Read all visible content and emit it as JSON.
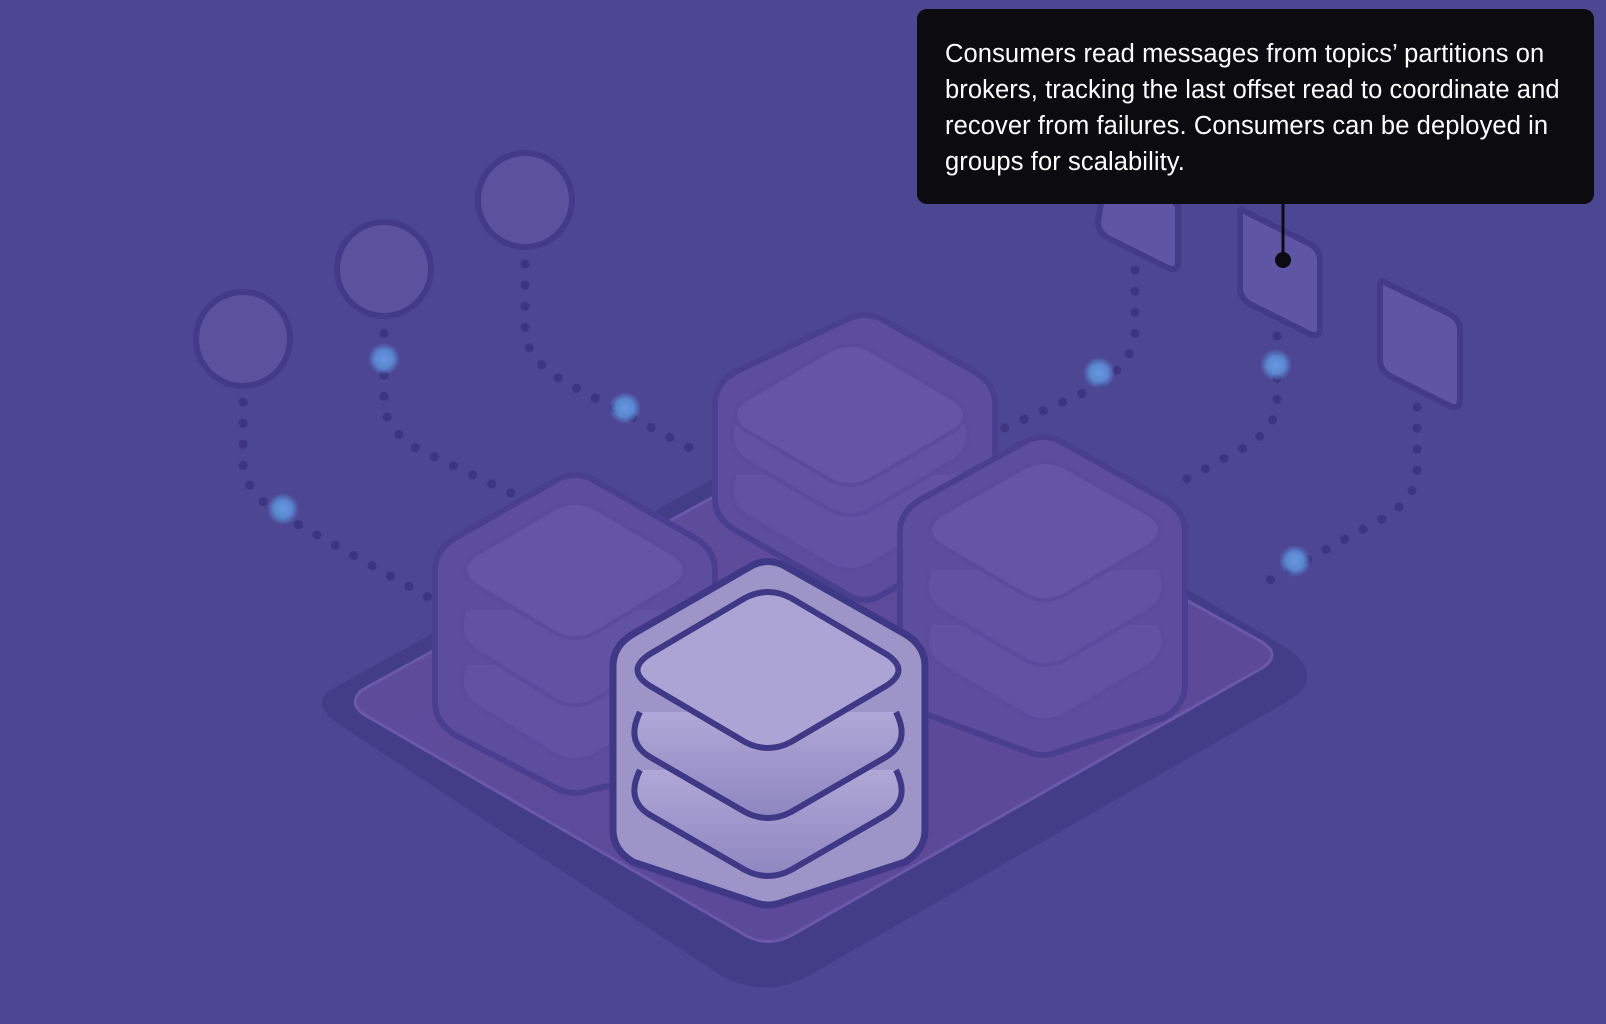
{
  "tooltip": {
    "text": "Consumers read messages from topics’ partitions on brokers, tracking the last offset read to coordinate and recover from failures. Consumers can be deployed in groups for scalability."
  },
  "colors": {
    "background": "#4d4692",
    "tooltip_background": "#0c0c10",
    "tooltip_text": "#ffffff",
    "signal_dot": "#5b8fd8",
    "highlighted_broker": "#a8a0cf",
    "dim_broker": "#6355a2",
    "platform": "#5d4a9a"
  },
  "diagram": {
    "consumers": [
      {
        "icon": "circle-node"
      },
      {
        "icon": "circle-node"
      },
      {
        "icon": "circle-node"
      }
    ],
    "partitions": [
      {
        "icon": "partition-tile"
      },
      {
        "icon": "partition-tile"
      },
      {
        "icon": "partition-tile"
      }
    ],
    "brokers": [
      {
        "icon": "broker-stack",
        "highlighted": false
      },
      {
        "icon": "broker-stack",
        "highlighted": false
      },
      {
        "icon": "broker-stack",
        "highlighted": false
      },
      {
        "icon": "broker-stack",
        "highlighted": true
      }
    ]
  }
}
